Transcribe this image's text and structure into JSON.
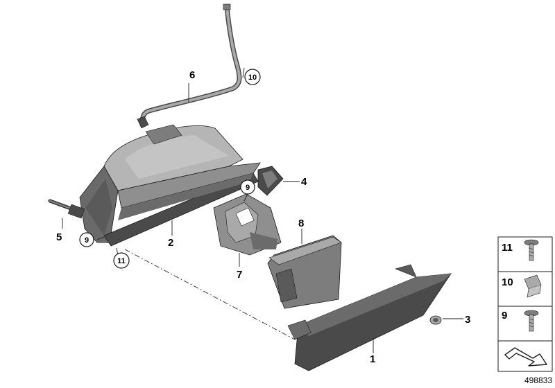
{
  "callouts": {
    "c1": "1",
    "c2": "2",
    "c3": "3",
    "c4": "4",
    "c5": "5",
    "c6": "6",
    "c7": "7",
    "c8": "8"
  },
  "circled": {
    "c9_left": "9",
    "c9_mid": "9",
    "c10_top": "10",
    "c11_left": "11"
  },
  "legend": {
    "items": [
      {
        "number": "11",
        "icon": "flange-screw-icon"
      },
      {
        "number": "10",
        "icon": "clip-nut-icon"
      },
      {
        "number": "9",
        "icon": "flange-screw-icon"
      }
    ],
    "arrow_icon": "direction-arrow-icon"
  },
  "reference_number": "498833",
  "colors": {
    "part_dark": "#4a4a4a",
    "part_mid": "#7d7d7d",
    "part_light": "#a9a9a9",
    "part_lighter": "#c4c4c4",
    "outline": "#1a1a1a"
  }
}
